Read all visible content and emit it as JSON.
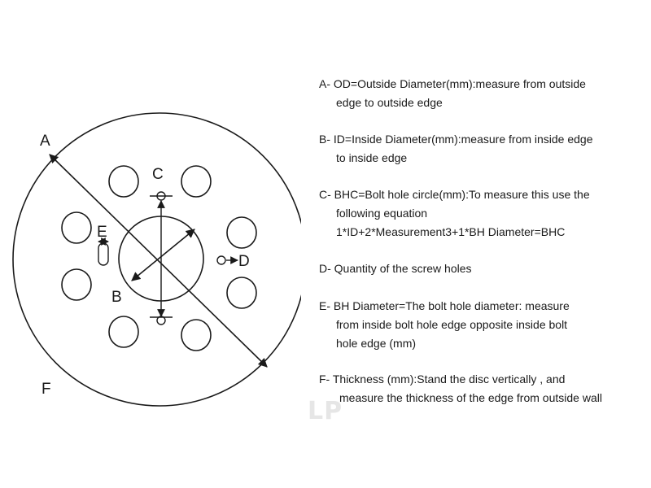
{
  "diagram": {
    "labels": {
      "a": "A",
      "b": "B",
      "c": "C",
      "d": "D",
      "e": "E",
      "f": "F"
    }
  },
  "legend": {
    "a": {
      "lines": [
        "A- OD=Outside Diameter(mm):measure from outside",
        "edge to outside edge"
      ]
    },
    "b": {
      "lines": [
        "B- ID=Inside Diameter(mm):measure from inside edge",
        "to inside edge"
      ]
    },
    "c": {
      "lines": [
        "C- BHC=Bolt hole circle(mm):To measure this use the",
        "following equation",
        "1*ID+2*Measurement3+1*BH Diameter=BHC"
      ]
    },
    "d": {
      "lines": [
        "D- Quantity of the screw holes"
      ]
    },
    "e": {
      "lines": [
        "E- BH Diameter=The bolt hole diameter: measure",
        "from inside bolt hole edge opposite inside bolt",
        "hole edge (mm)"
      ]
    },
    "f": {
      "lines": [
        "F- Thickness (mm):Stand the disc vertically , and",
        "measure the thickness of the edge from outside wall"
      ]
    }
  },
  "watermark": {
    "text": "LP"
  }
}
